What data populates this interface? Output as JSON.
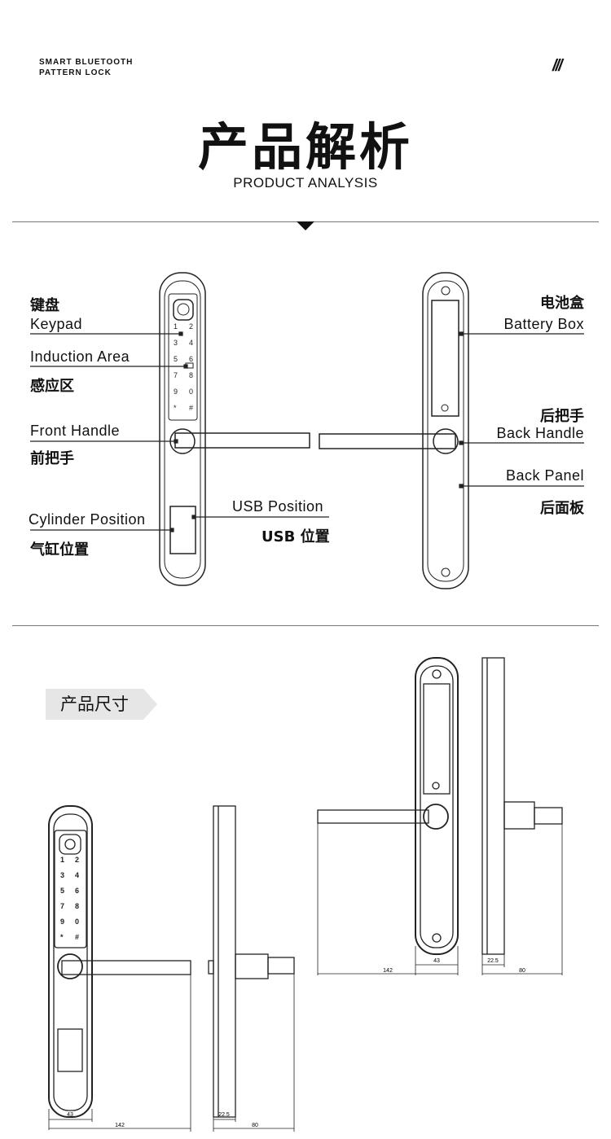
{
  "header": {
    "brand_line1": "SMART BLUETOOTH",
    "brand_line2": "PATTERN LOCK",
    "mark": "///",
    "title_cn": "产品解析",
    "title_en": "PRODUCT ANALYSIS"
  },
  "analysis": {
    "labels": {
      "keypad_cn": "键盘",
      "keypad_en": "Keypad",
      "induction_en": "Induction Area",
      "induction_cn": "感应区",
      "front_handle_en": "Front Handle",
      "front_handle_cn": "前把手",
      "cylinder_en": "Cylinder Position",
      "cylinder_cn": "气缸位置",
      "usb_en": "USB Position",
      "usb_cn": "USB 位置",
      "battery_cn": "电池盒",
      "battery_en": "Battery Box",
      "back_handle_cn": "后把手",
      "back_handle_en": "Back Handle",
      "back_panel_en": "Back Panel",
      "back_panel_cn": "后面板"
    },
    "keypad_keys": [
      "1",
      "2",
      "3",
      "4",
      "5",
      "6",
      "7",
      "8",
      "9",
      "0",
      "*",
      "#"
    ]
  },
  "dimensions": {
    "tag": "产品尺寸",
    "front_width": "43",
    "front_length": "142",
    "side_thickness": "22.5",
    "side_depth": "80",
    "back_length": "142",
    "back_width": "43",
    "back_side_thickness": "22.5",
    "back_side_depth": "80"
  },
  "colors": {
    "line": "#222222",
    "tag_bg": "#e6e6e6",
    "divider": "#777777"
  }
}
